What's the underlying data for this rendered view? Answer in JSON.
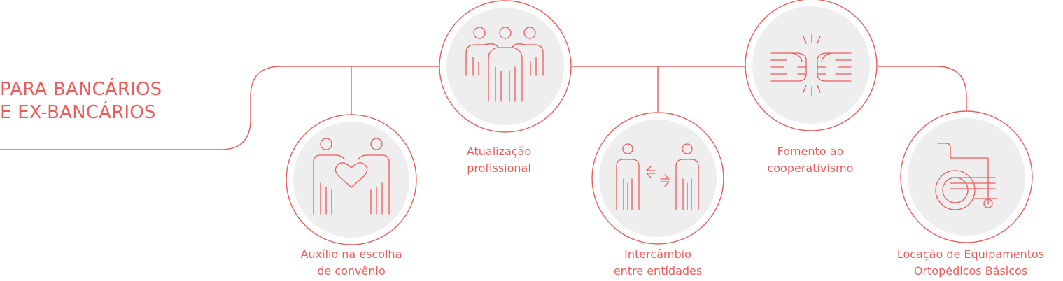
{
  "colors": {
    "accent": "#ee5b5b",
    "circle_fill": "#eeeeee",
    "ring_fill": "#ffffff"
  },
  "title": {
    "line1": "PARA BANCÁRIOS",
    "line2": "E EX-BANCÁRIOS"
  },
  "items": [
    {
      "line1": "Auxílio na escolha",
      "line2": "de convênio",
      "icon": "couple-heart-icon"
    },
    {
      "line1": "Atualização",
      "line2": "profissional",
      "icon": "three-people-icon"
    },
    {
      "line1": "Intercâmbio",
      "line2": "entre entidades",
      "icon": "exchange-people-icon"
    },
    {
      "line1": "Fomento ao",
      "line2": "cooperativismo",
      "icon": "fist-bump-icon"
    },
    {
      "line1": "Locação de Equipamentos",
      "line2": "Ortopédicos Básicos",
      "icon": "wheelchair-icon"
    }
  ]
}
